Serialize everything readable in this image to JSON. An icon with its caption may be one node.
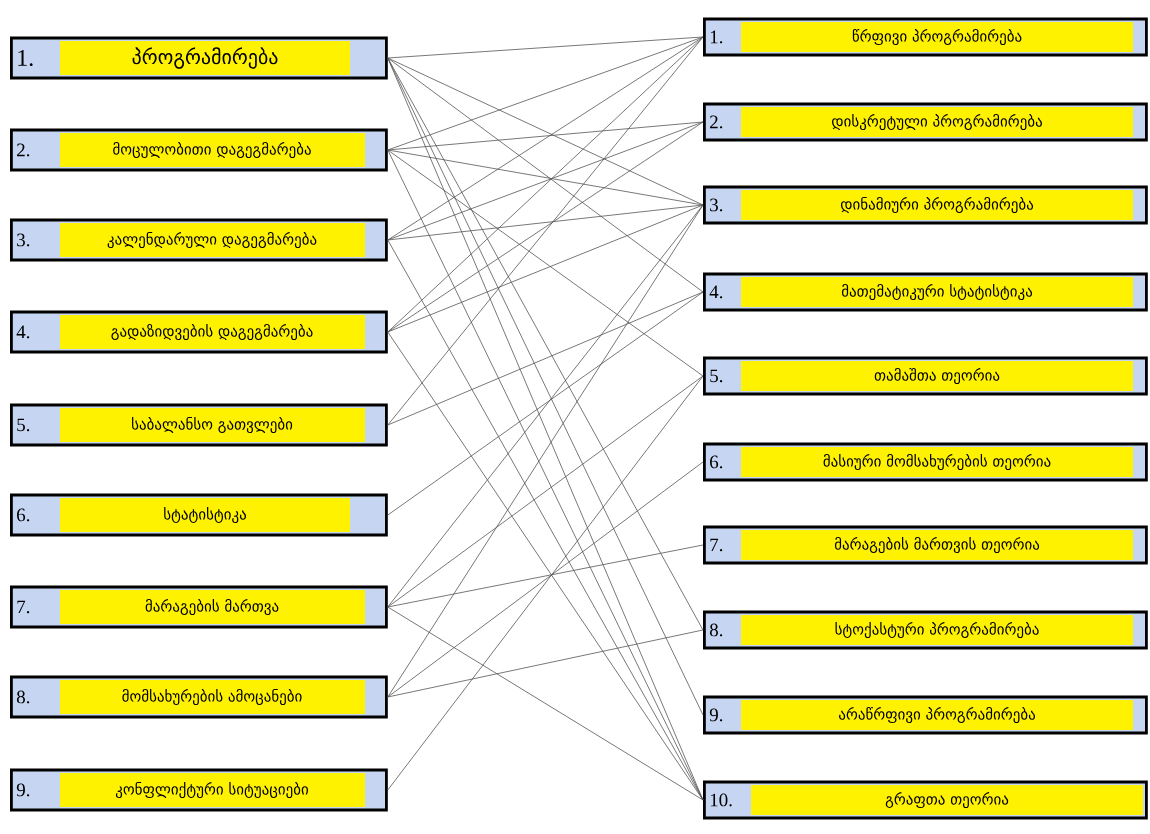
{
  "diagram": {
    "nodes": [
      {
        "text": [
          "1.",
          "პროგრამირება"
        ]
      },
      {
        "text": [
          "2.",
          "მოცულობითი დაგეგმარება"
        ]
      },
      {
        "text": [
          "3.",
          "კალენდარული დაგეგმარება"
        ]
      },
      {
        "text": [
          "4.",
          "გადაზიდვების დაგეგმარება"
        ]
      },
      {
        "text": [
          "5.",
          "საბალანსო გათვლები"
        ]
      },
      {
        "text": [
          "6.",
          "სტატისტიკა"
        ]
      },
      {
        "text": [
          "7.",
          "მარაგების მართვა"
        ]
      },
      {
        "text": [
          "8.",
          "მომსახურების ამოცანები"
        ]
      },
      {
        "text": [
          "9.",
          "კონფლიქტური სიტუაციები"
        ]
      },
      {
        "text": [
          "1.",
          "წრფივი პროგრამირება"
        ]
      },
      {
        "text": [
          "2.",
          "დისკრეტული პროგრამირება"
        ]
      },
      {
        "text": [
          "3.",
          "დინამიური პროგრამირება"
        ]
      },
      {
        "text": [
          "4.",
          "მათემატიკური სტატისტიკა"
        ]
      },
      {
        "text": [
          "5.",
          "თამაშთა თეორია"
        ]
      },
      {
        "text": [
          "6.",
          "მასიური მომსახურების თეორია"
        ]
      },
      {
        "text": [
          "7.",
          "მარაგების მართვის თეორია"
        ]
      },
      {
        "text": [
          "8.",
          "სტოქასტური პროგრამირება"
        ]
      },
      {
        "text": [
          "9.",
          "არაწრფივი პროგრამირება"
        ]
      },
      {
        "text": [
          "10.",
          "გრაფთა თეორია"
        ]
      }
    ],
    "edges": [
      {
        "from": 0,
        "to": 9,
        "arrow": "none"
      },
      {
        "from": 1,
        "to": 9,
        "arrow": "none"
      },
      {
        "from": 2,
        "to": 9,
        "arrow": "none"
      },
      {
        "from": 3,
        "to": 9,
        "arrow": "none"
      },
      {
        "from": 4,
        "to": 9,
        "arrow": "none"
      },
      {
        "from": 1,
        "to": 10,
        "arrow": "none"
      },
      {
        "from": 2,
        "to": 10,
        "arrow": "none"
      },
      {
        "from": 3,
        "to": 10,
        "arrow": "none"
      },
      {
        "from": 0,
        "to": 11,
        "arrow": "none"
      },
      {
        "from": 1,
        "to": 11,
        "arrow": "none"
      },
      {
        "from": 2,
        "to": 11,
        "arrow": "none"
      },
      {
        "from": 3,
        "to": 11,
        "arrow": "none"
      },
      {
        "from": 6,
        "to": 11,
        "arrow": "none"
      },
      {
        "from": 7,
        "to": 11,
        "arrow": "none"
      },
      {
        "from": 0,
        "to": 12,
        "arrow": "none"
      },
      {
        "from": 4,
        "to": 12,
        "arrow": "none"
      },
      {
        "from": 5,
        "to": 12,
        "arrow": "none"
      },
      {
        "from": 1,
        "to": 13,
        "arrow": "none"
      },
      {
        "from": 6,
        "to": 13,
        "arrow": "none"
      },
      {
        "from": 8,
        "to": 13,
        "arrow": "none"
      },
      {
        "from": 7,
        "to": 14,
        "arrow": "none"
      },
      {
        "from": 6,
        "to": 15,
        "arrow": "none"
      },
      {
        "from": 0,
        "to": 16,
        "arrow": "none"
      },
      {
        "from": 7,
        "to": 16,
        "arrow": "none"
      },
      {
        "from": 0,
        "to": 17,
        "arrow": "none"
      },
      {
        "from": 0,
        "to": 18,
        "arrow": "none"
      },
      {
        "from": 1,
        "to": 18,
        "arrow": "none"
      },
      {
        "from": 2,
        "to": 18,
        "arrow": "none"
      },
      {
        "from": 3,
        "to": 18,
        "arrow": "none"
      },
      {
        "from": 6,
        "to": 18,
        "arrow": "none"
      }
    ]
  }
}
